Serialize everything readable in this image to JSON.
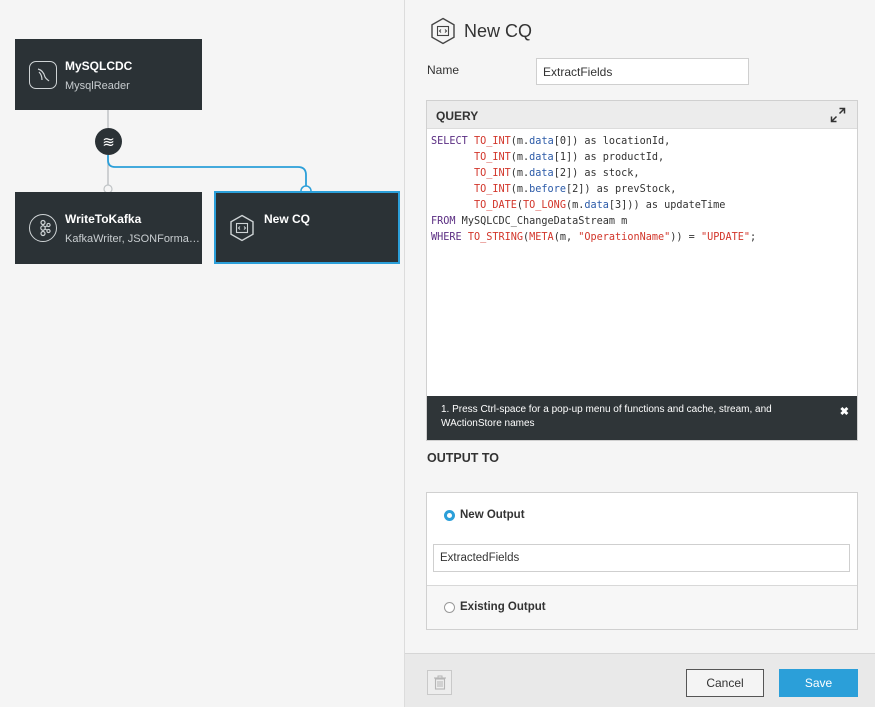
{
  "canvas": {
    "nodes": [
      {
        "title": "MySQLCDC",
        "subtitle": "MysqlReader",
        "icon": "mysql-dolphin-icon"
      },
      {
        "title": "WriteToKafka",
        "subtitle": "KafkaWriter, JSONForma…",
        "icon": "kafka-icon"
      },
      {
        "title": "New CQ",
        "subtitle": "",
        "icon": "cq-code-icon"
      }
    ],
    "stream_icon": "≋",
    "accent": "#2b9fd9",
    "node_bg": "#2b3236"
  },
  "panel": {
    "title": "New CQ",
    "name_label": "Name",
    "name_value": "ExtractFields",
    "query_label": "QUERY",
    "query_lines": [
      "SELECT TO_INT(m.data[0]) as locationId,",
      "       TO_INT(m.data[1]) as productId,",
      "       TO_INT(m.data[2]) as stock,",
      "       TO_INT(m.before[2]) as prevStock,",
      "       TO_DATE(TO_LONG(m.data[3])) as updateTime",
      "FROM MySQLCDC_ChangeDataStream m",
      "WHERE TO_STRING(META(m, \"OperationName\")) = \"UPDATE\";"
    ],
    "hint": "1. Press Ctrl-space for a pop-up menu of functions and cache, stream, and WActionStore names",
    "hint_close": "✖",
    "output_title": "OUTPUT TO",
    "new_output_label": "New Output",
    "new_output_value": "ExtractedFields",
    "existing_output_label": "Existing Output",
    "cancel_label": "Cancel",
    "save_label": "Save"
  }
}
